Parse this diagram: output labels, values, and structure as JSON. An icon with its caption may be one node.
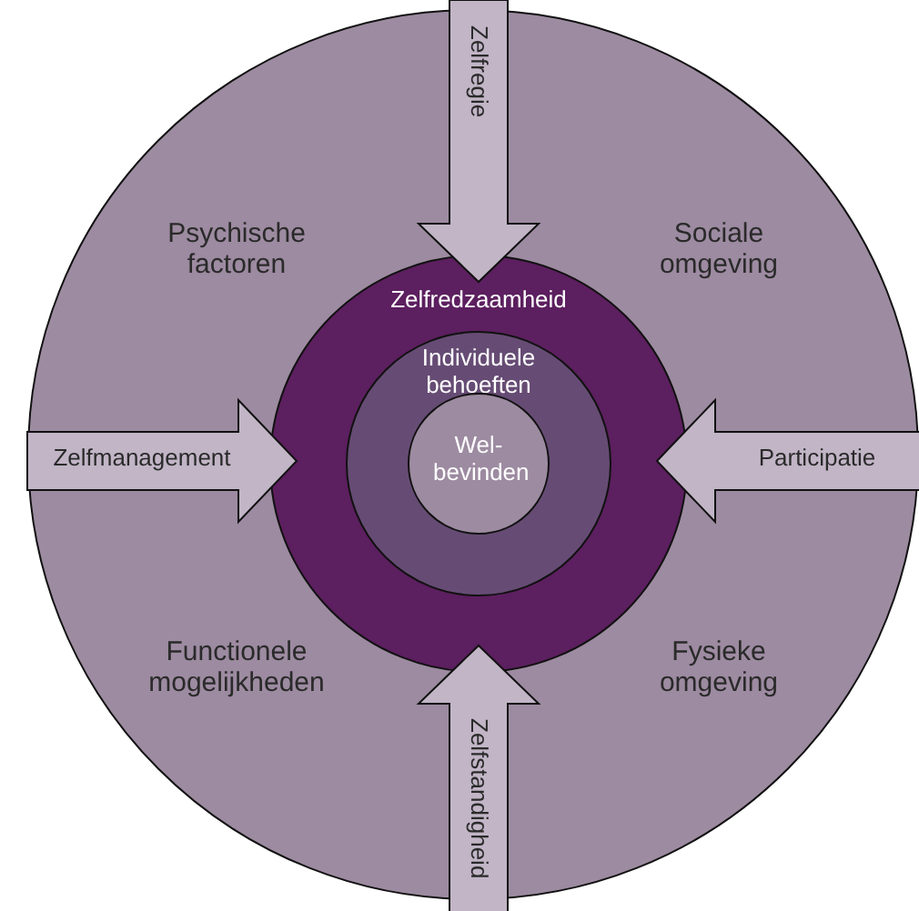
{
  "diagram": {
    "nodes": [
      {
        "text": [
          "Psychische factoren",
          "Sociale omgeving",
          "Functionele mogelijkheden",
          "Fysieke omgeving"
        ]
      },
      {
        "text": [
          "Zelfredzaamheid"
        ],
        "in": 0
      },
      {
        "text": [
          "Individuele behoeften"
        ],
        "in": 1
      },
      {
        "text": [
          "Wel- bevinden"
        ],
        "in": 2
      },
      {
        "text": [
          "Zelfregie"
        ],
        "in": 0
      },
      {
        "text": [
          "Zelfmanagement"
        ],
        "in": 0
      },
      {
        "text": [
          "Participatie"
        ],
        "in": 0
      },
      {
        "text": [
          "Zelfstandigheid"
        ],
        "in": 0
      }
    ]
  }
}
